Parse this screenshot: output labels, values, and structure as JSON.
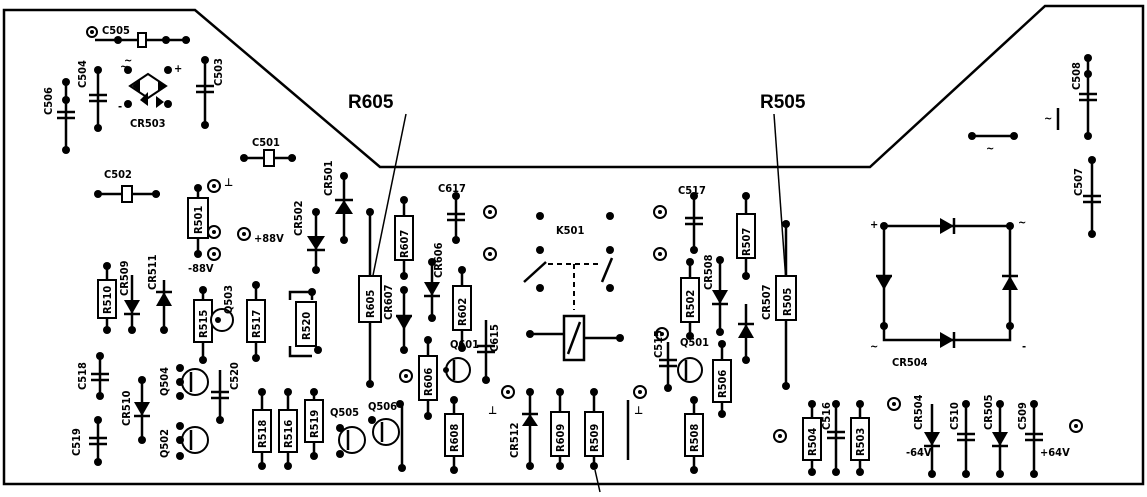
{
  "callouts": {
    "r605": "R605",
    "r505": "R505"
  },
  "labels": {
    "c505": "C505",
    "c506": "C506",
    "c504": "C504",
    "c503": "C503",
    "cr503": "CR503",
    "c501": "C501",
    "c502": "C502",
    "r501": "R501",
    "cr501": "CR501",
    "cr502": "CR502",
    "plus88": "+88V",
    "minus88": "-88V",
    "r510": "R510",
    "cr509": "CR509",
    "cr511": "CR511",
    "r515": "R515",
    "q503": "Q503",
    "r517": "R517",
    "r520": "R520",
    "c520": "C520",
    "c518": "C518",
    "q504": "Q504",
    "cr510": "CR510",
    "c519": "C519",
    "q502": "Q502",
    "r518": "R518",
    "r516": "R516",
    "r519": "R519",
    "q505": "Q505",
    "q506": "Q506",
    "r605": "R605",
    "r607": "R607",
    "cr607": "CR607",
    "cr606": "CR606",
    "c617": "C617",
    "r602": "R602",
    "c615": "C615",
    "q601": "Q601",
    "r606": "R606",
    "r608": "R608",
    "k501": "K501",
    "cr512": "CR512",
    "r609": "R609",
    "r509": "R509",
    "c517": "C517",
    "r507": "R507",
    "cr508": "CR508",
    "r502": "R502",
    "cr507": "CR507",
    "r505": "R505",
    "c515": "C515",
    "q501": "Q501",
    "r506": "R506",
    "r508": "R508",
    "r504": "R504",
    "c516": "C516",
    "r503": "R503",
    "cr504": "CR504",
    "cr504b": "CR504",
    "c510": "C510",
    "cr505": "CR505",
    "c509": "C509",
    "minus64": "-64V",
    "plus64": "+64V",
    "c508": "C508",
    "c507": "C507",
    "plus": "+",
    "minus": "-",
    "tilde": "~",
    "tee": "⊥"
  }
}
